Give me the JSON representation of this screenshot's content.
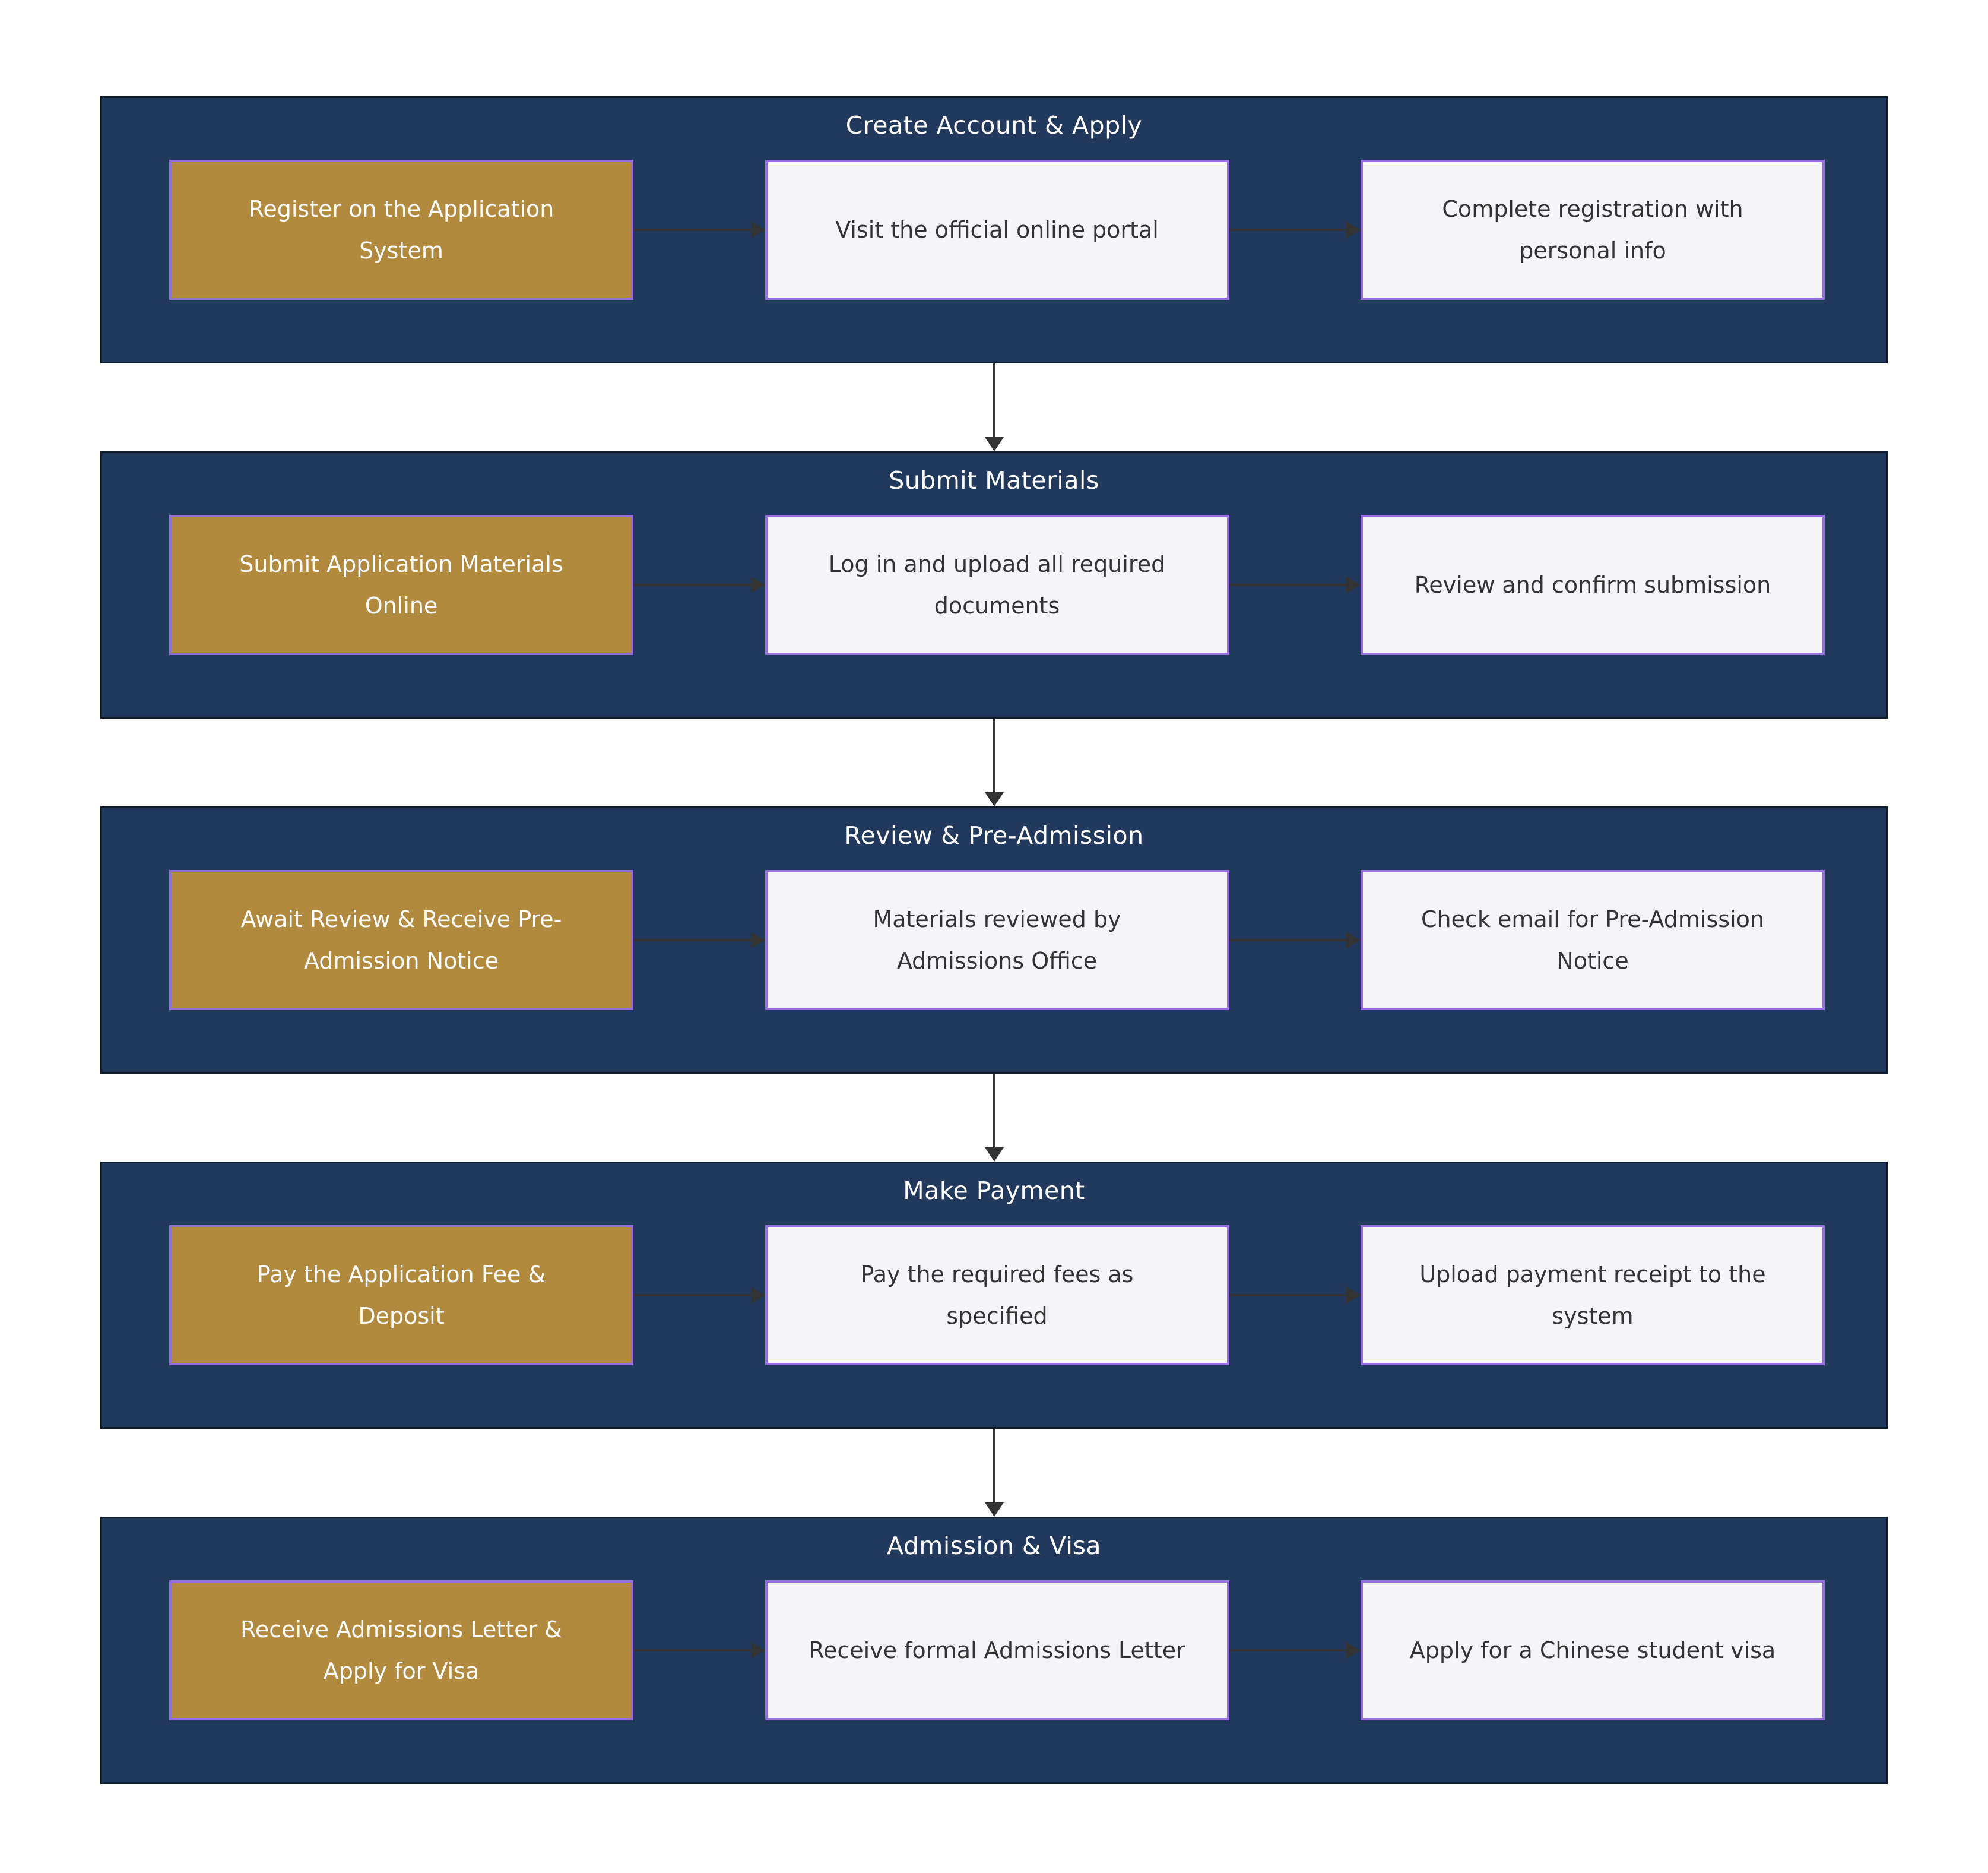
{
  "diagram": {
    "type": "flowchart",
    "direction": "top-to-bottom",
    "colors": {
      "band_background": "#20395D",
      "band_border": "#0F1B2E",
      "main_node_fill": "#B28A3D",
      "step_node_fill": "#F5F5F9",
      "node_border": "#9370DB",
      "arrow": "#333333",
      "title_text": "#FFFFFF",
      "step_text": "#333333",
      "main_text": "#FFFFFF"
    }
  },
  "stages": [
    {
      "title": "Create Account & Apply",
      "main": "Register on the Application System",
      "steps": [
        "Visit the official online portal",
        "Complete registration with personal info"
      ]
    },
    {
      "title": "Submit Materials",
      "main": "Submit Application Materials Online",
      "steps": [
        "Log in and upload all required documents",
        "Review and confirm submission"
      ]
    },
    {
      "title": "Review & Pre-Admission",
      "main": "Await Review & Receive Pre-Admission Notice",
      "steps": [
        "Materials reviewed by Admissions Office",
        "Check email for Pre-Admission Notice"
      ]
    },
    {
      "title": "Make Payment",
      "main": "Pay the Application Fee & Deposit",
      "steps": [
        "Pay the required fees as specified",
        "Upload payment receipt to the system"
      ]
    },
    {
      "title": "Admission & Visa",
      "main": "Receive Admissions Letter & Apply for Visa",
      "steps": [
        "Receive formal Admissions Letter",
        "Apply for a Chinese student visa"
      ]
    }
  ]
}
